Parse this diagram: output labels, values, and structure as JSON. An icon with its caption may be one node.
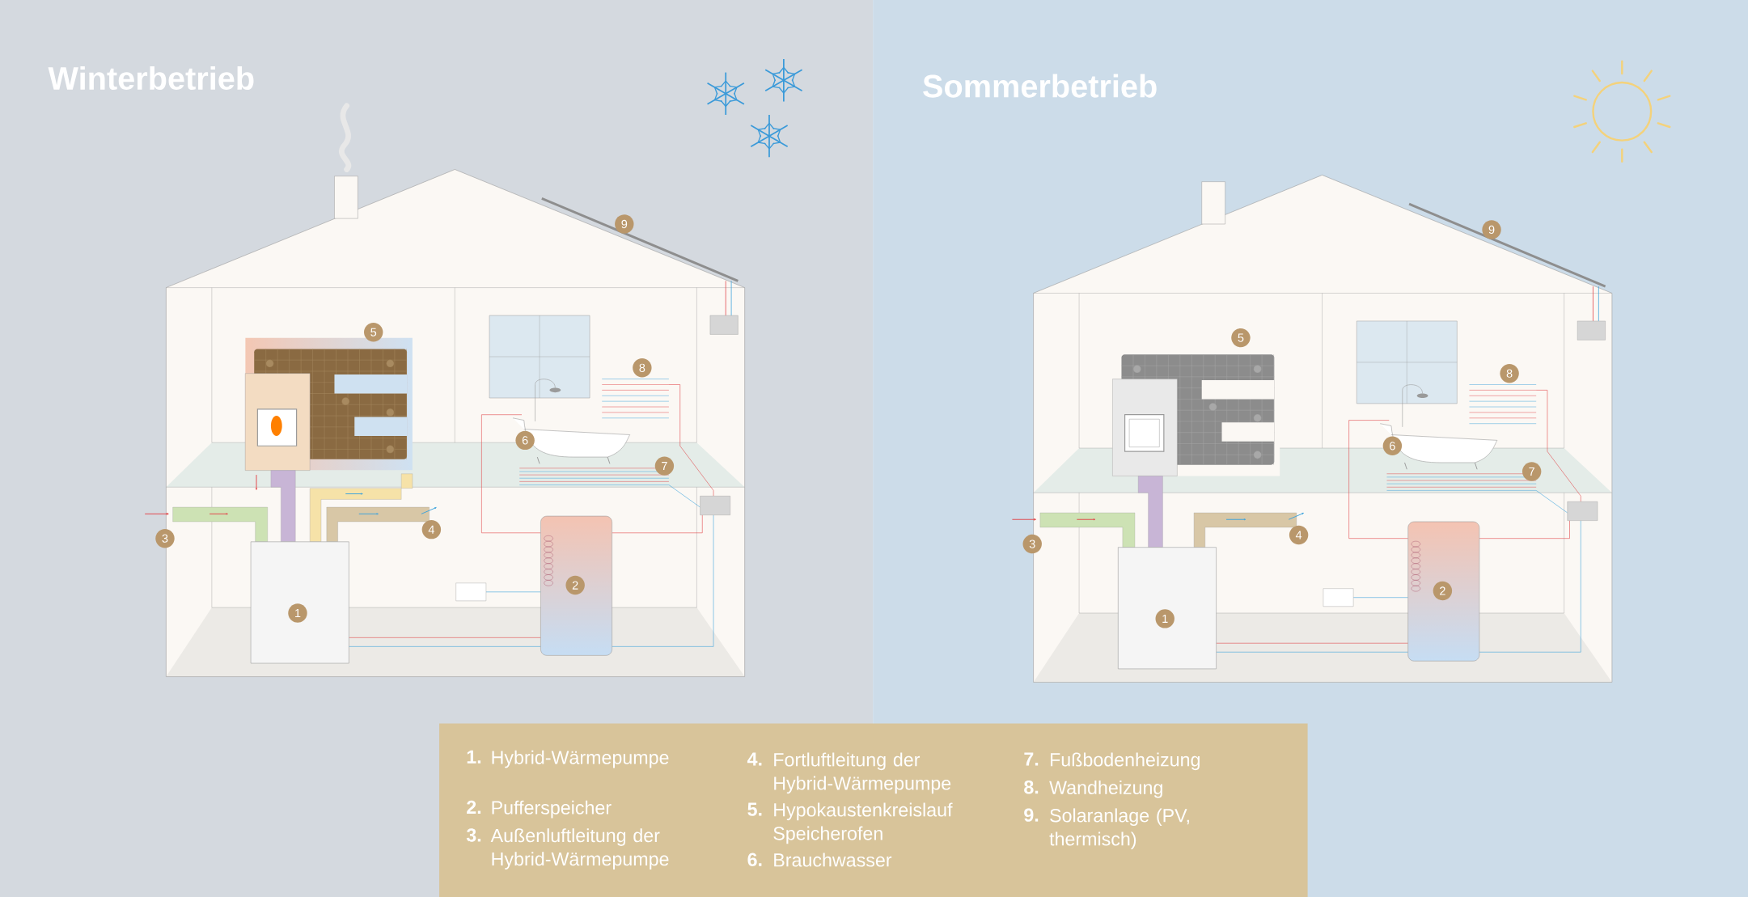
{
  "diagram": {
    "nodes": [
      {
        "text": [
          "1.",
          "Hybrid-Wärmepumpe",
          "2.",
          "Pufferspeicher",
          "3.",
          "Außenluftleitung der Hybrid-Wärmepumpe",
          "4.",
          "Fortluftleitung der Hybrid-Wärmepumpe",
          "5.",
          "Hypokaustenkreislauf Speicherofen",
          "6.",
          "Brauchwasser",
          "7.",
          "Fußbodenheizung",
          "8.",
          "Wandheizung",
          "9.",
          "Solaranlage (PV, thermisch)"
        ]
      }
    ],
    "labels": [
      "Winterbetrieb",
      "Sommerbetrieb",
      "1",
      "2",
      "3",
      "4",
      "5",
      "6",
      "7",
      "8",
      "9",
      "1",
      "2",
      "3",
      "4",
      "5",
      "6",
      "7",
      "8",
      "9"
    ]
  }
}
